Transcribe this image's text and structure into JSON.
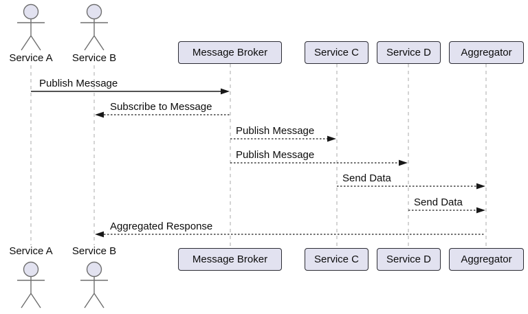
{
  "diagram": {
    "type": "sequence-diagram",
    "actors": [
      {
        "name": "Service A"
      },
      {
        "name": "Service B"
      }
    ],
    "participants": [
      {
        "name": "Message Broker"
      },
      {
        "name": "Service C"
      },
      {
        "name": "Service D"
      },
      {
        "name": "Aggregator"
      }
    ],
    "messages": [
      {
        "from": "Service A",
        "to": "Message Broker",
        "label": "Publish Message",
        "line": "solid",
        "direction": "right"
      },
      {
        "from": "Message Broker",
        "to": "Service B",
        "label": "Subscribe to Message",
        "line": "dotted",
        "direction": "left"
      },
      {
        "from": "Message Broker",
        "to": "Service C",
        "label": "Publish Message",
        "line": "dotted",
        "direction": "right"
      },
      {
        "from": "Message Broker",
        "to": "Service D",
        "label": "Publish Message",
        "line": "dotted",
        "direction": "right"
      },
      {
        "from": "Service C",
        "to": "Aggregator",
        "label": "Send Data",
        "line": "dotted",
        "direction": "right"
      },
      {
        "from": "Service D",
        "to": "Aggregator",
        "label": "Send Data",
        "line": "dotted",
        "direction": "right"
      },
      {
        "from": "Aggregator",
        "to": "Service B",
        "label": "Aggregated Response",
        "line": "dotted",
        "direction": "left"
      }
    ],
    "colors": {
      "participant_fill": "#E2E2F0",
      "participant_border": "#2B2B33",
      "lifeline": "#A8A8A8",
      "actor_stroke": "#6E6E6E",
      "arrow": "#181818",
      "text": "#0B0B0B",
      "background": "#FFFFFF"
    }
  }
}
